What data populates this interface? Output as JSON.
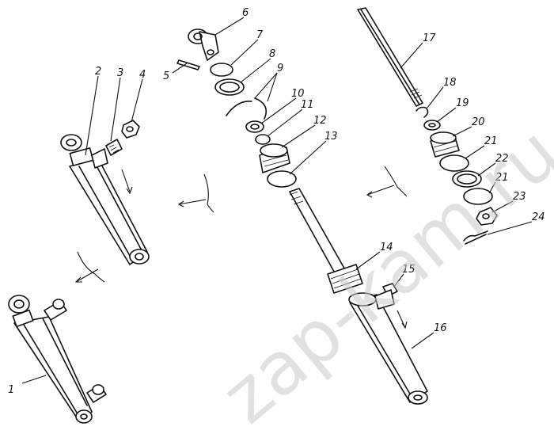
{
  "watermark": "zap-kam.ru",
  "callouts": [
    "1",
    "2",
    "3",
    "4",
    "5",
    "6",
    "7",
    "8",
    "9",
    "10",
    "11",
    "12",
    "13",
    "14",
    "15",
    "16",
    "17",
    "18",
    "19",
    "20",
    "21",
    "22",
    "21",
    "23",
    "24"
  ],
  "colors": {
    "ink": "#111111",
    "paper": "#ffffff",
    "watermark": "#c9c9c9"
  }
}
